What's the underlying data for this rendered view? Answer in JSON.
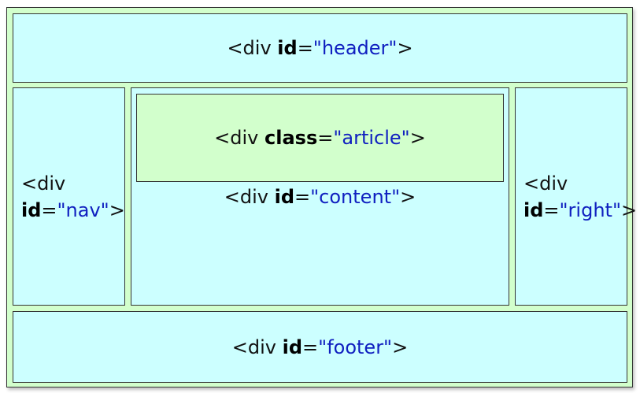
{
  "header": {
    "open": "<div ",
    "attr": "id",
    "eq": "=",
    "value": "\"header\"",
    "close": ">"
  },
  "nav": {
    "open": "<div",
    "attr": "id",
    "eq": "=",
    "value": "\"nav\"",
    "close": ">"
  },
  "content": {
    "open": "<div ",
    "attr": "id",
    "eq": "=",
    "value": "\"content\"",
    "close": ">"
  },
  "article": {
    "open": "<div ",
    "attr": "class",
    "eq": "=",
    "value": "\"article\"",
    "close": ">"
  },
  "right": {
    "open": "<div",
    "attr": "id",
    "eq": "=",
    "value": "\"right\"",
    "close": ">"
  },
  "footer": {
    "open": "<div ",
    "attr": "id",
    "eq": "=",
    "value": "\"footer\"",
    "close": ">"
  },
  "colors": {
    "box_fill": "#ccffff",
    "outer_fill": "#d2ffcc",
    "article_fill": "#d2ffcc",
    "attr_value": "#1020c0"
  }
}
